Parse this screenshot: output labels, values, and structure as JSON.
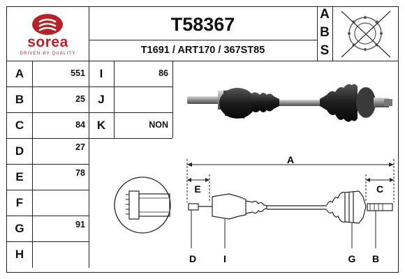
{
  "brand": {
    "name": "sorea",
    "tagline": "DRIVEN BY QUALITY",
    "color": "#b4232a"
  },
  "part": {
    "number": "T58367",
    "references": "T1691 / ART170 / 367ST85"
  },
  "abs": {
    "letters": [
      "A",
      "B",
      "S"
    ],
    "sensor_icon": "abs-crossed-ring-icon"
  },
  "specs_left": [
    {
      "label": "A",
      "value": "551"
    },
    {
      "label": "B",
      "value": "25"
    },
    {
      "label": "C",
      "value": "84"
    },
    {
      "label": "D",
      "value": "27"
    },
    {
      "label": "E",
      "value": "78"
    },
    {
      "label": "F",
      "value": ""
    },
    {
      "label": "G",
      "value": "91"
    },
    {
      "label": "H",
      "value": ""
    }
  ],
  "specs_right": [
    {
      "label": "I",
      "value": "86"
    },
    {
      "label": "J",
      "value": ""
    },
    {
      "label": "K",
      "value": "NON"
    }
  ],
  "diagram": {
    "labels": {
      "A": "A",
      "E": "E",
      "C": "C",
      "D": "D",
      "I": "I",
      "G": "G",
      "B": "B"
    }
  }
}
